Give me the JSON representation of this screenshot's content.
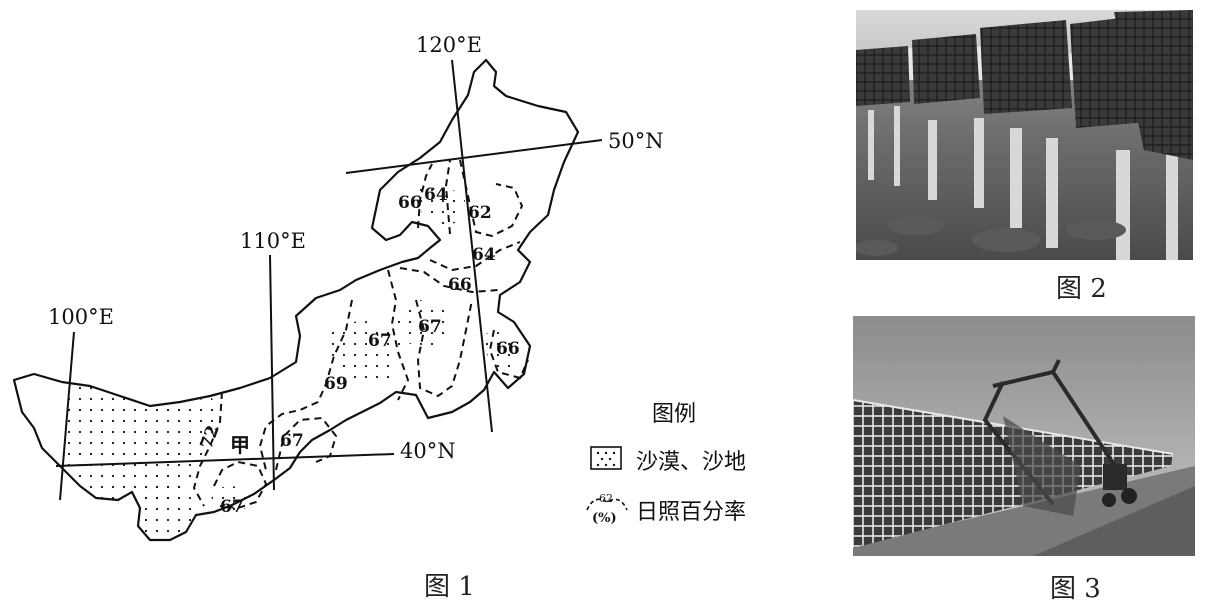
{
  "figure1": {
    "caption": "图 1",
    "longitude_labels": [
      "120°E",
      "110°E",
      "100°E"
    ],
    "latitude_labels": [
      "50°N",
      "40°N"
    ],
    "place_label": "甲",
    "isoline_labels": [
      "66",
      "64",
      "62",
      "64",
      "66",
      "67",
      "67",
      "66",
      "69",
      "67",
      "72",
      "67"
    ]
  },
  "legend": {
    "title": "图例",
    "desert_label": "沙漠、沙地",
    "sunshine_label": "日照百分率",
    "sunshine_symbol_value": "62",
    "sunshine_symbol_unit": "(%)"
  },
  "figure2": {
    "caption": "图 2"
  },
  "figure3": {
    "caption": "图 3"
  }
}
